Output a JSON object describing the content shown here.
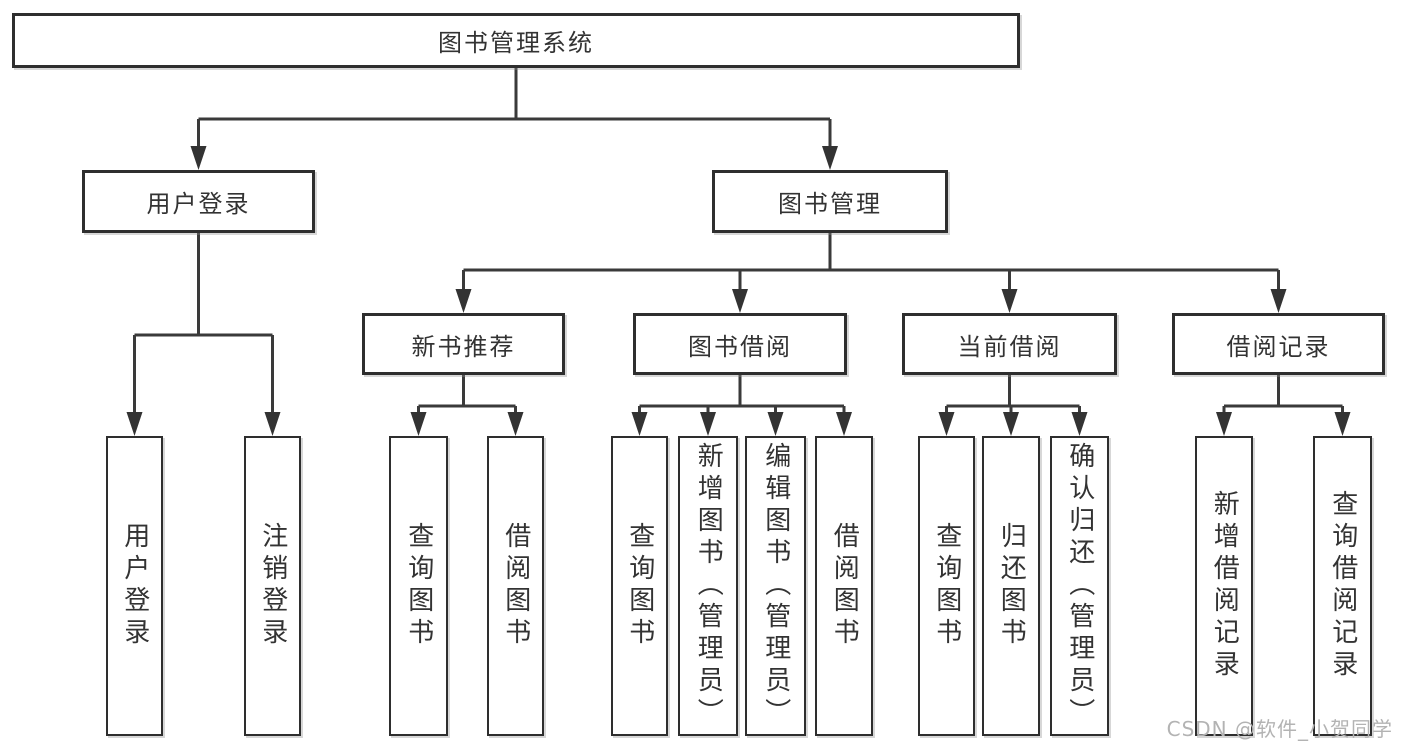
{
  "colors": {
    "line": "#3a3a3a",
    "box_border": "#2e2e2e",
    "text": "#333333",
    "watermark": "#b3b3b3"
  },
  "watermark": {
    "text": "CSDN @软件_小贺同学"
  },
  "tree": {
    "root": {
      "label": "图书管理系统",
      "children": [
        {
          "label": "用户登录",
          "children": [
            {
              "label": "用户登录"
            },
            {
              "label": "注销登录"
            }
          ]
        },
        {
          "label": "图书管理",
          "children": [
            {
              "label": "新书推荐",
              "children": [
                {
                  "label": "查询图书"
                },
                {
                  "label": "借阅图书"
                }
              ]
            },
            {
              "label": "图书借阅",
              "children": [
                {
                  "label": "查询图书"
                },
                {
                  "label": "新增图书（管理员）"
                },
                {
                  "label": "编辑图书（管理员）"
                },
                {
                  "label": "借阅图书"
                }
              ]
            },
            {
              "label": "当前借阅",
              "children": [
                {
                  "label": "查询图书"
                },
                {
                  "label": "归还图书"
                },
                {
                  "label": "确认归还（管理员）"
                }
              ]
            },
            {
              "label": "借阅记录",
              "children": [
                {
                  "label": "新增借阅记录"
                },
                {
                  "label": "查询借阅记录"
                }
              ]
            }
          ]
        }
      ]
    }
  }
}
